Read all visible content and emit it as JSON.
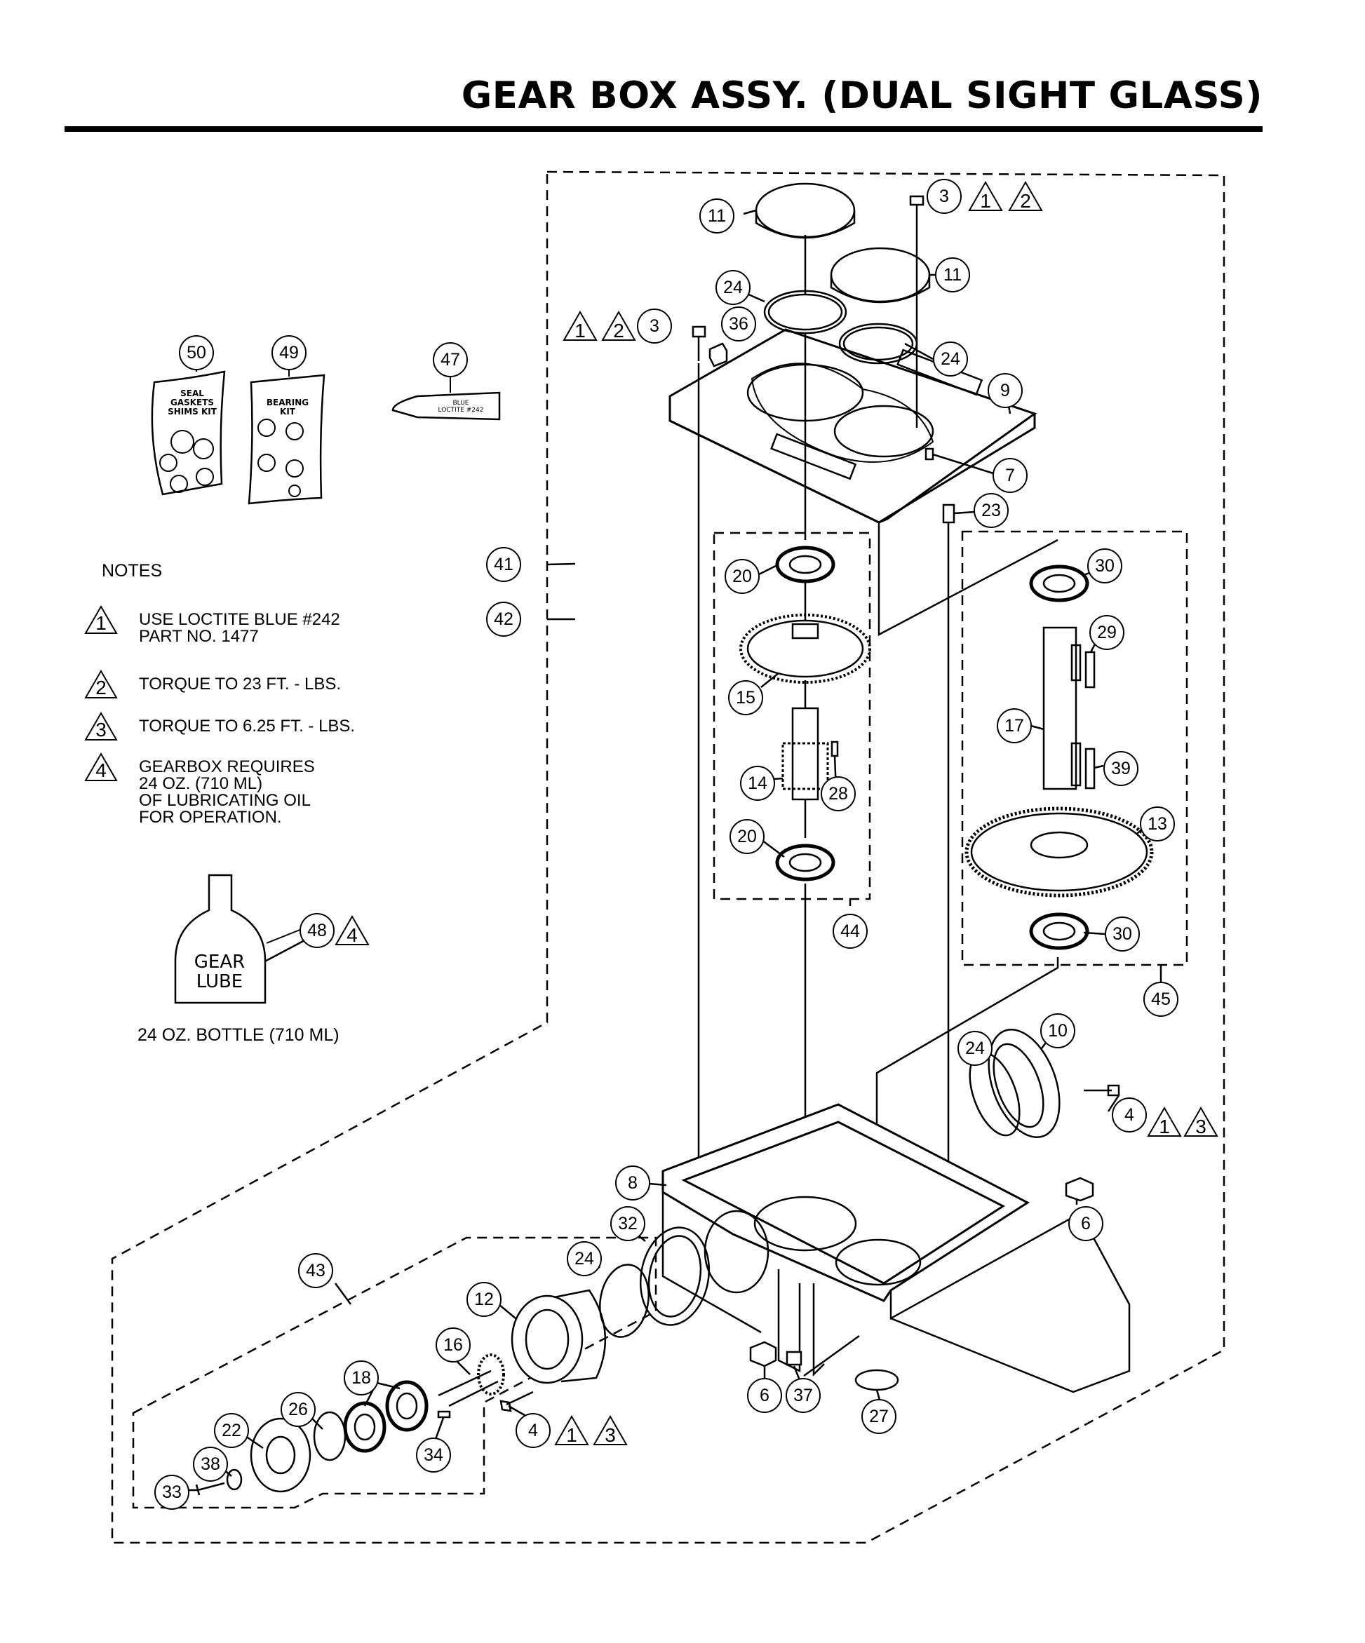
{
  "title": "GEAR BOX ASSY. (DUAL SIGHT GLASS)",
  "notes": {
    "heading": "NOTES",
    "items": [
      {
        "symbol": "1",
        "text": "USE LOCTITE BLUE #242\nPART NO. 1477"
      },
      {
        "symbol": "2",
        "text": "TORQUE TO 23 FT. - LBS."
      },
      {
        "symbol": "3",
        "text": "TORQUE TO 6.25 FT. - LBS."
      },
      {
        "symbol": "4",
        "text": "GEARBOX REQUIRES\n24 OZ. (710 ML)\nOF LUBRICATING OIL\nFOR OPERATION."
      }
    ]
  },
  "kits": {
    "seal_kit_label": "SEAL\nGASKETS\nSHIMS KIT",
    "bearing_kit_label": "BEARING\nKIT",
    "tube_label": "BLUE\nLOCTITE #242",
    "bottle_label": "GEAR\nLUBE",
    "bottle_caption": "24 OZ. BOTTLE (710 ML)"
  },
  "callouts": {
    "c3a": "3",
    "c11a": "11",
    "c11b": "11",
    "c24a": "24",
    "c24b": "24",
    "c3b": "3",
    "c36": "36",
    "c9": "9",
    "c7": "7",
    "c23": "23",
    "c47": "47",
    "c50": "50",
    "c49": "49",
    "c41": "41",
    "c42": "42",
    "c20a": "20",
    "c15": "15",
    "c14": "14",
    "c28": "28",
    "c20b": "20",
    "c44": "44",
    "c30a": "30",
    "c29": "29",
    "c17": "17",
    "c39": "39",
    "c13": "13",
    "c30b": "30",
    "c45": "45",
    "c10": "10",
    "c24c": "24",
    "c4a": "4",
    "c48": "48",
    "c8": "8",
    "c6a": "6",
    "c32": "32",
    "c24d": "24",
    "c43": "43",
    "c12": "12",
    "c16": "16",
    "c18": "18",
    "c26": "26",
    "c22": "22",
    "c38": "38",
    "c33": "33",
    "c34": "34",
    "c4b": "4",
    "c6b": "6",
    "c37": "37",
    "c27": "27"
  },
  "warnings": {
    "w1a": "1",
    "w2a": "2",
    "w1b": "1",
    "w2b": "2",
    "w4": "4",
    "w1c": "1",
    "w3c": "3",
    "w1d": "1",
    "w3d": "3"
  }
}
